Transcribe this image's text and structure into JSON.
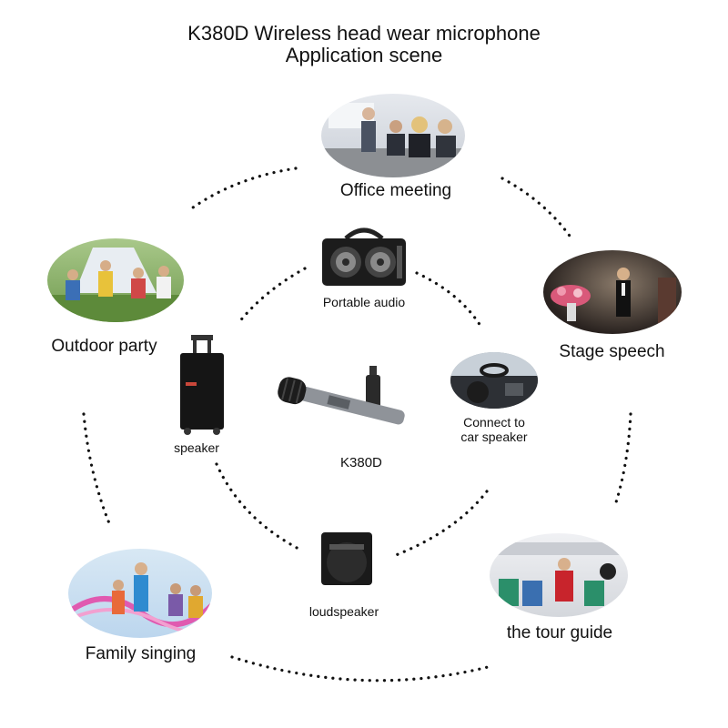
{
  "title": {
    "line1": "K380D Wireless head wear microphone",
    "line2": "Application scene"
  },
  "outer_scenes": [
    {
      "label": "Office meeting",
      "icon": "office-meeting-photo"
    },
    {
      "label": "Stage speech",
      "icon": "stage-speech-photo"
    },
    {
      "label": "the tour guide",
      "icon": "tour-guide-photo"
    },
    {
      "label": "Family singing",
      "icon": "family-singing-photo"
    },
    {
      "label": "Outdoor party",
      "icon": "outdoor-party-photo"
    }
  ],
  "inner_devices": [
    {
      "label": "Portable audio",
      "icon": "portable-audio-icon"
    },
    {
      "label": "Connect to\ncar speaker",
      "icon": "car-speaker-photo"
    },
    {
      "label": "loudspeaker",
      "icon": "loudspeaker-icon"
    },
    {
      "label": "speaker",
      "icon": "trolley-speaker-icon"
    }
  ],
  "center": {
    "label": "K380D",
    "icon": "microphone-icon"
  },
  "colors": {
    "text": "#111111",
    "dots": "#111111",
    "background": "#ffffff"
  }
}
